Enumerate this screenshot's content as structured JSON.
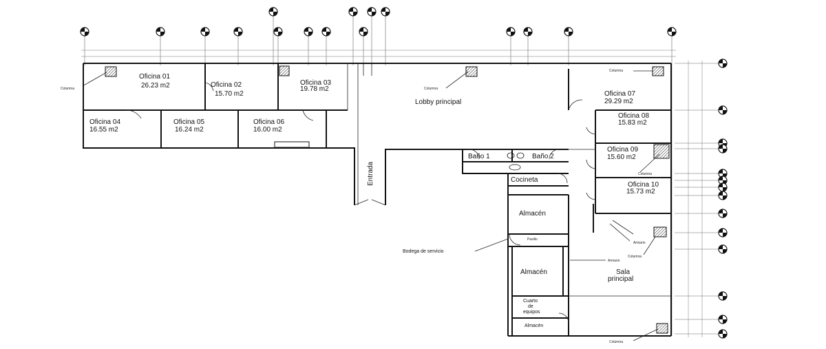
{
  "rooms": {
    "oficina01": {
      "name": "Oficina 01",
      "area": "26.23 m2"
    },
    "oficina02": {
      "name": "Oficina 02",
      "area": "15.70 m2"
    },
    "oficina03": {
      "name": "Oficina 03",
      "area": "19.78 m2"
    },
    "oficina04": {
      "name": "Oficina 04",
      "area": "16.55 m2"
    },
    "oficina05": {
      "name": "Oficina 05",
      "area": "16.24 m2"
    },
    "oficina06": {
      "name": "Oficina 06",
      "area": "16.00 m2"
    },
    "oficina07": {
      "name": "Oficina 07",
      "area": "29.29 m2"
    },
    "oficina08": {
      "name": "Oficina 08",
      "area": "15.83 m2"
    },
    "oficina09": {
      "name": "Oficina 09",
      "area": "15.60 m2"
    },
    "oficina10": {
      "name": "Oficina 10",
      "area": "15.73 m2"
    },
    "lobby": "Lobby principal",
    "entrada": "Entrada",
    "bano1": "Baño 1",
    "bano2": "Baño 2",
    "cocineta": "Cocineta",
    "almacen": "Almacén",
    "pasillo": "Pasillo",
    "sala_line1": "Sala",
    "sala_line2": "principal",
    "cuarto_line1": "Cuarto",
    "cuarto_line2": "de",
    "cuarto_line3": "equipos"
  },
  "annotations": {
    "columna": "Columna",
    "armario": "Armario",
    "bodega": "Bodega de servicio"
  }
}
